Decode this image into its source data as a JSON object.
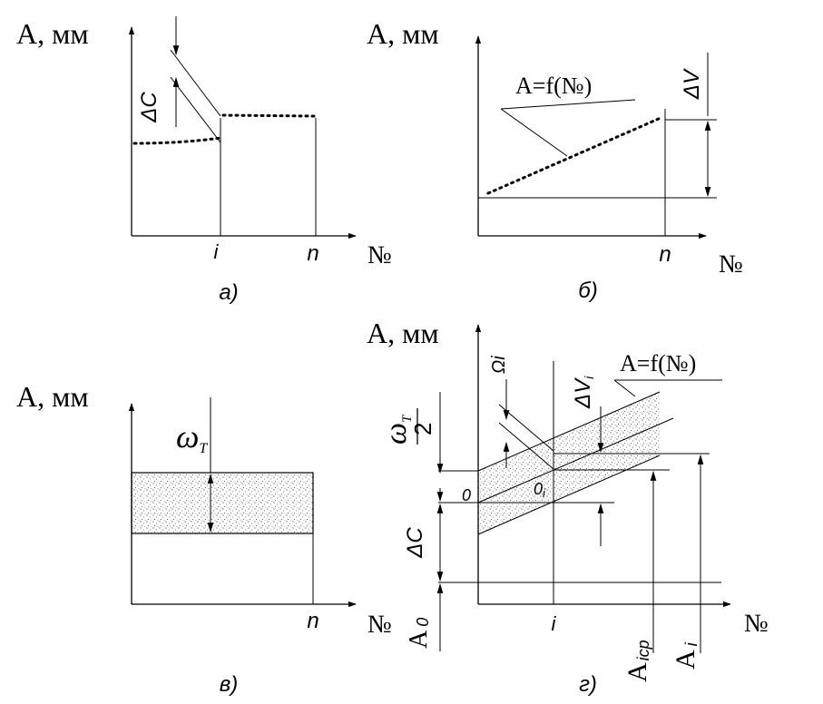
{
  "diagram_a": {
    "y_label": "А, мм",
    "x_label": "№",
    "tick_i": "i",
    "tick_n": "n",
    "delta_c": "ΔC",
    "caption": "а)"
  },
  "diagram_b": {
    "y_label": "А, мм",
    "x_label": "№",
    "tick_n": "n",
    "delta_v": "ΔV",
    "function_label": "A=f(№)",
    "caption": "б)"
  },
  "diagram_v": {
    "y_label": "А, мм",
    "x_label": "№",
    "tick_n": "n",
    "omega_t": "ωT",
    "caption": "в)"
  },
  "diagram_g": {
    "y_label": "А, мм",
    "x_label": "№",
    "tick_i": "i",
    "omega_half_num": "ωT",
    "omega_half_den": "2",
    "omega_i": "Ωi",
    "delta_vi": "ΔVi",
    "function_label": "A=f(№)",
    "origin_0": "0",
    "origin_0i": "0i",
    "delta_c": "ΔC",
    "a0": "A0",
    "aicp": "Aicp",
    "ai": "Ai",
    "caption": "г)"
  }
}
